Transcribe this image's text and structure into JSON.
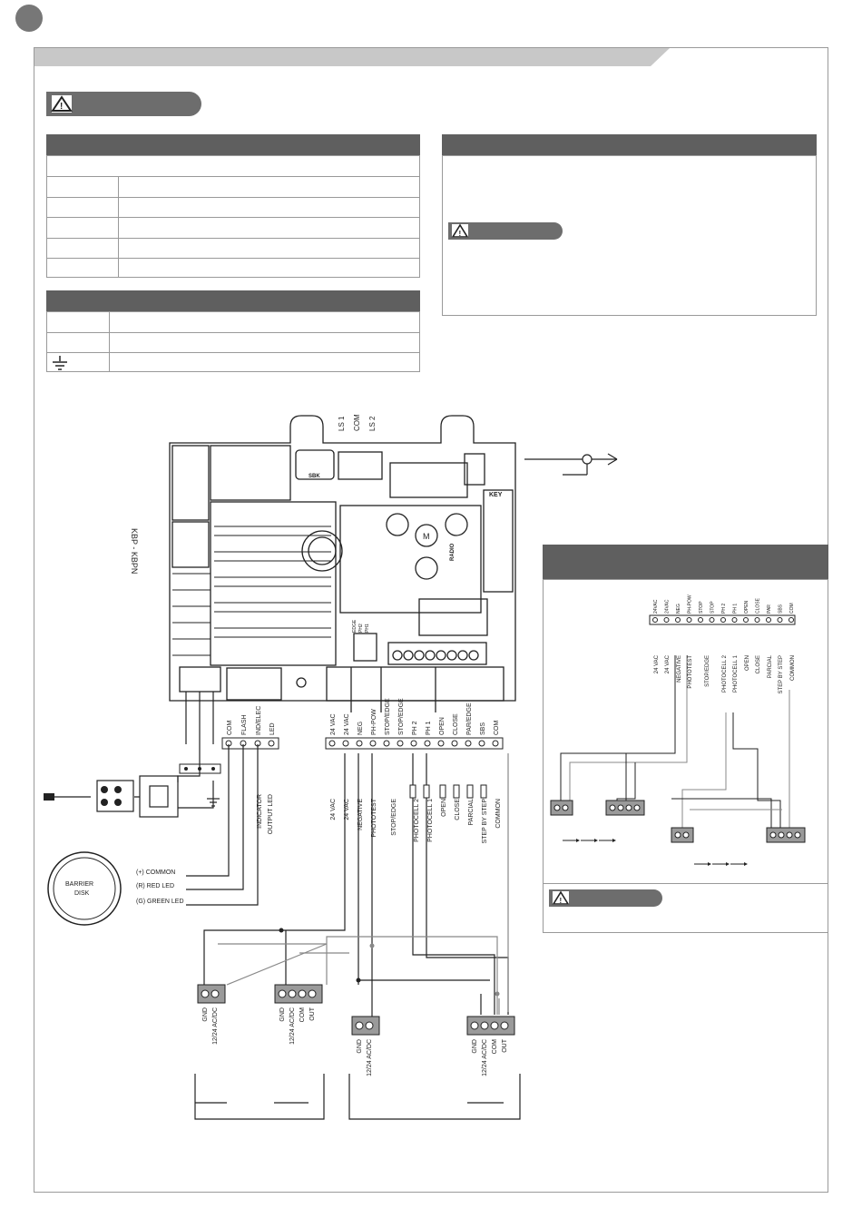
{
  "board": {
    "connector_top_labels": [
      "LS 1",
      "COM",
      "LS 2"
    ],
    "label_sbk": "SBK",
    "label_key": "KEY",
    "label_radio": "RADIO",
    "label_m": "M",
    "label_kbp": "KBP - KBPN",
    "dip_labels": [
      "EDGE",
      "PH2",
      "PH1"
    ]
  },
  "left_terminals": [
    "COM",
    "FLASH",
    "IND/ELEC",
    "LED"
  ],
  "left_terminal_desc": [
    "INDICATOR",
    "OUTPUT LED"
  ],
  "barrier_disk": {
    "label": "BARRIER DISK",
    "wires": [
      "(+) COMMON",
      "(R) RED LED",
      "(G) GREEN LED"
    ]
  },
  "right_terminals_top": [
    "24 VAC",
    "24 VAC",
    "NEG",
    "PH-POW",
    "STOP/EDGE",
    "STOP/EDGE",
    "PH 2",
    "PH 1",
    "OPEN",
    "CLOSE",
    "PAR/EDGE",
    "SBS",
    "COM"
  ],
  "right_terminals_bottom": [
    "24 VAC",
    "24 VAC",
    "NEGATIVE",
    "PHOTOTEST",
    "STOP/EDGE",
    "PHOTOCELL 2",
    "PHOTOCELL 1",
    "OPEN",
    "CLOSE",
    "PARCIAL",
    "STEP BY STEP",
    "COMMON"
  ],
  "photocells": {
    "tx1_labels": [
      "GND",
      "12/24 AC/DC"
    ],
    "rx1_labels": [
      "GND",
      "12/24 AC/DC",
      "COM",
      "OUT"
    ],
    "tx2_labels": [
      "GND",
      "12/24 AC/DC"
    ],
    "rx2_labels": [
      "GND",
      "12/24 AC/DC",
      "COM",
      "OUT"
    ]
  },
  "side_panel": {
    "terminals_top": [
      "24VAC",
      "24VAC",
      "NEG",
      "PH-POW",
      "STOP",
      "STOP",
      "PH 2",
      "PH 1",
      "OPEN",
      "CLOSE",
      "PAR",
      "SBS",
      "COM"
    ],
    "terminals_bottom": [
      "24 VAC",
      "24 VAC",
      "NEGATIVE",
      "PHOTOTEST",
      "STOP/EDGE",
      "PHOTOCELL 2",
      "PHOTOCELL 1",
      "OPEN",
      "CLOSE",
      "PARCIAL",
      "STEP BY STEP",
      "COMMON"
    ]
  },
  "icons": [
    "warning-icon",
    "earth-ground-icon",
    "antenna-icon"
  ],
  "colors": {
    "header_gray": "#5f5f5f",
    "bar_gray": "#c8c8c8",
    "terminal_gray": "#9a9a9a"
  }
}
